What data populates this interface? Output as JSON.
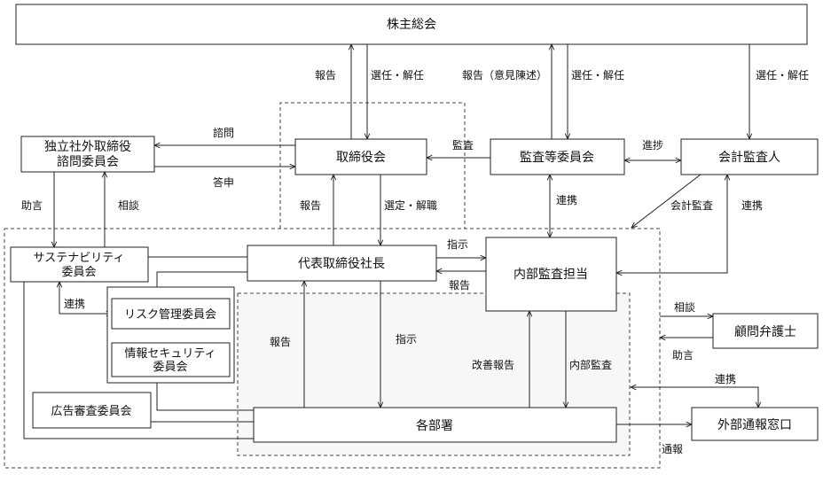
{
  "nodes": {
    "shareholders": "株主総会",
    "nominating_committee_1": "独立社外取締役",
    "nominating_committee_2": "諮問委員会",
    "board": "取締役会",
    "audit_committee": "監査等委員会",
    "accounting_auditor": "会計監査人",
    "sustainability_1": "サステナビリティ",
    "sustainability_2": "委員会",
    "president": "代表取締役社長",
    "internal_audit": "内部監査担当",
    "risk_committee": "リスク管理委員会",
    "infosec_1": "情報セキュリティ",
    "infosec_2": "委員会",
    "ad_committee": "広告審査委員会",
    "departments": "各部署",
    "legal_advisor": "顧問弁護士",
    "whistleblow": "外部通報窓口"
  },
  "labels": {
    "report": "報告",
    "elect_dismiss": "選任・解任",
    "report_opinion": "報告（意見陳述）",
    "consult": "諮問",
    "answer": "答申",
    "audit": "監査",
    "progress": "進捗",
    "advice": "助言",
    "discussion": "相談",
    "select_dismiss": "選定・解職",
    "cooperation": "連携",
    "accounting_audit": "会計監査",
    "instruction": "指示",
    "improvement_report": "改善報告",
    "internal_audit": "内部監査",
    "whistleblowing": "通報"
  }
}
